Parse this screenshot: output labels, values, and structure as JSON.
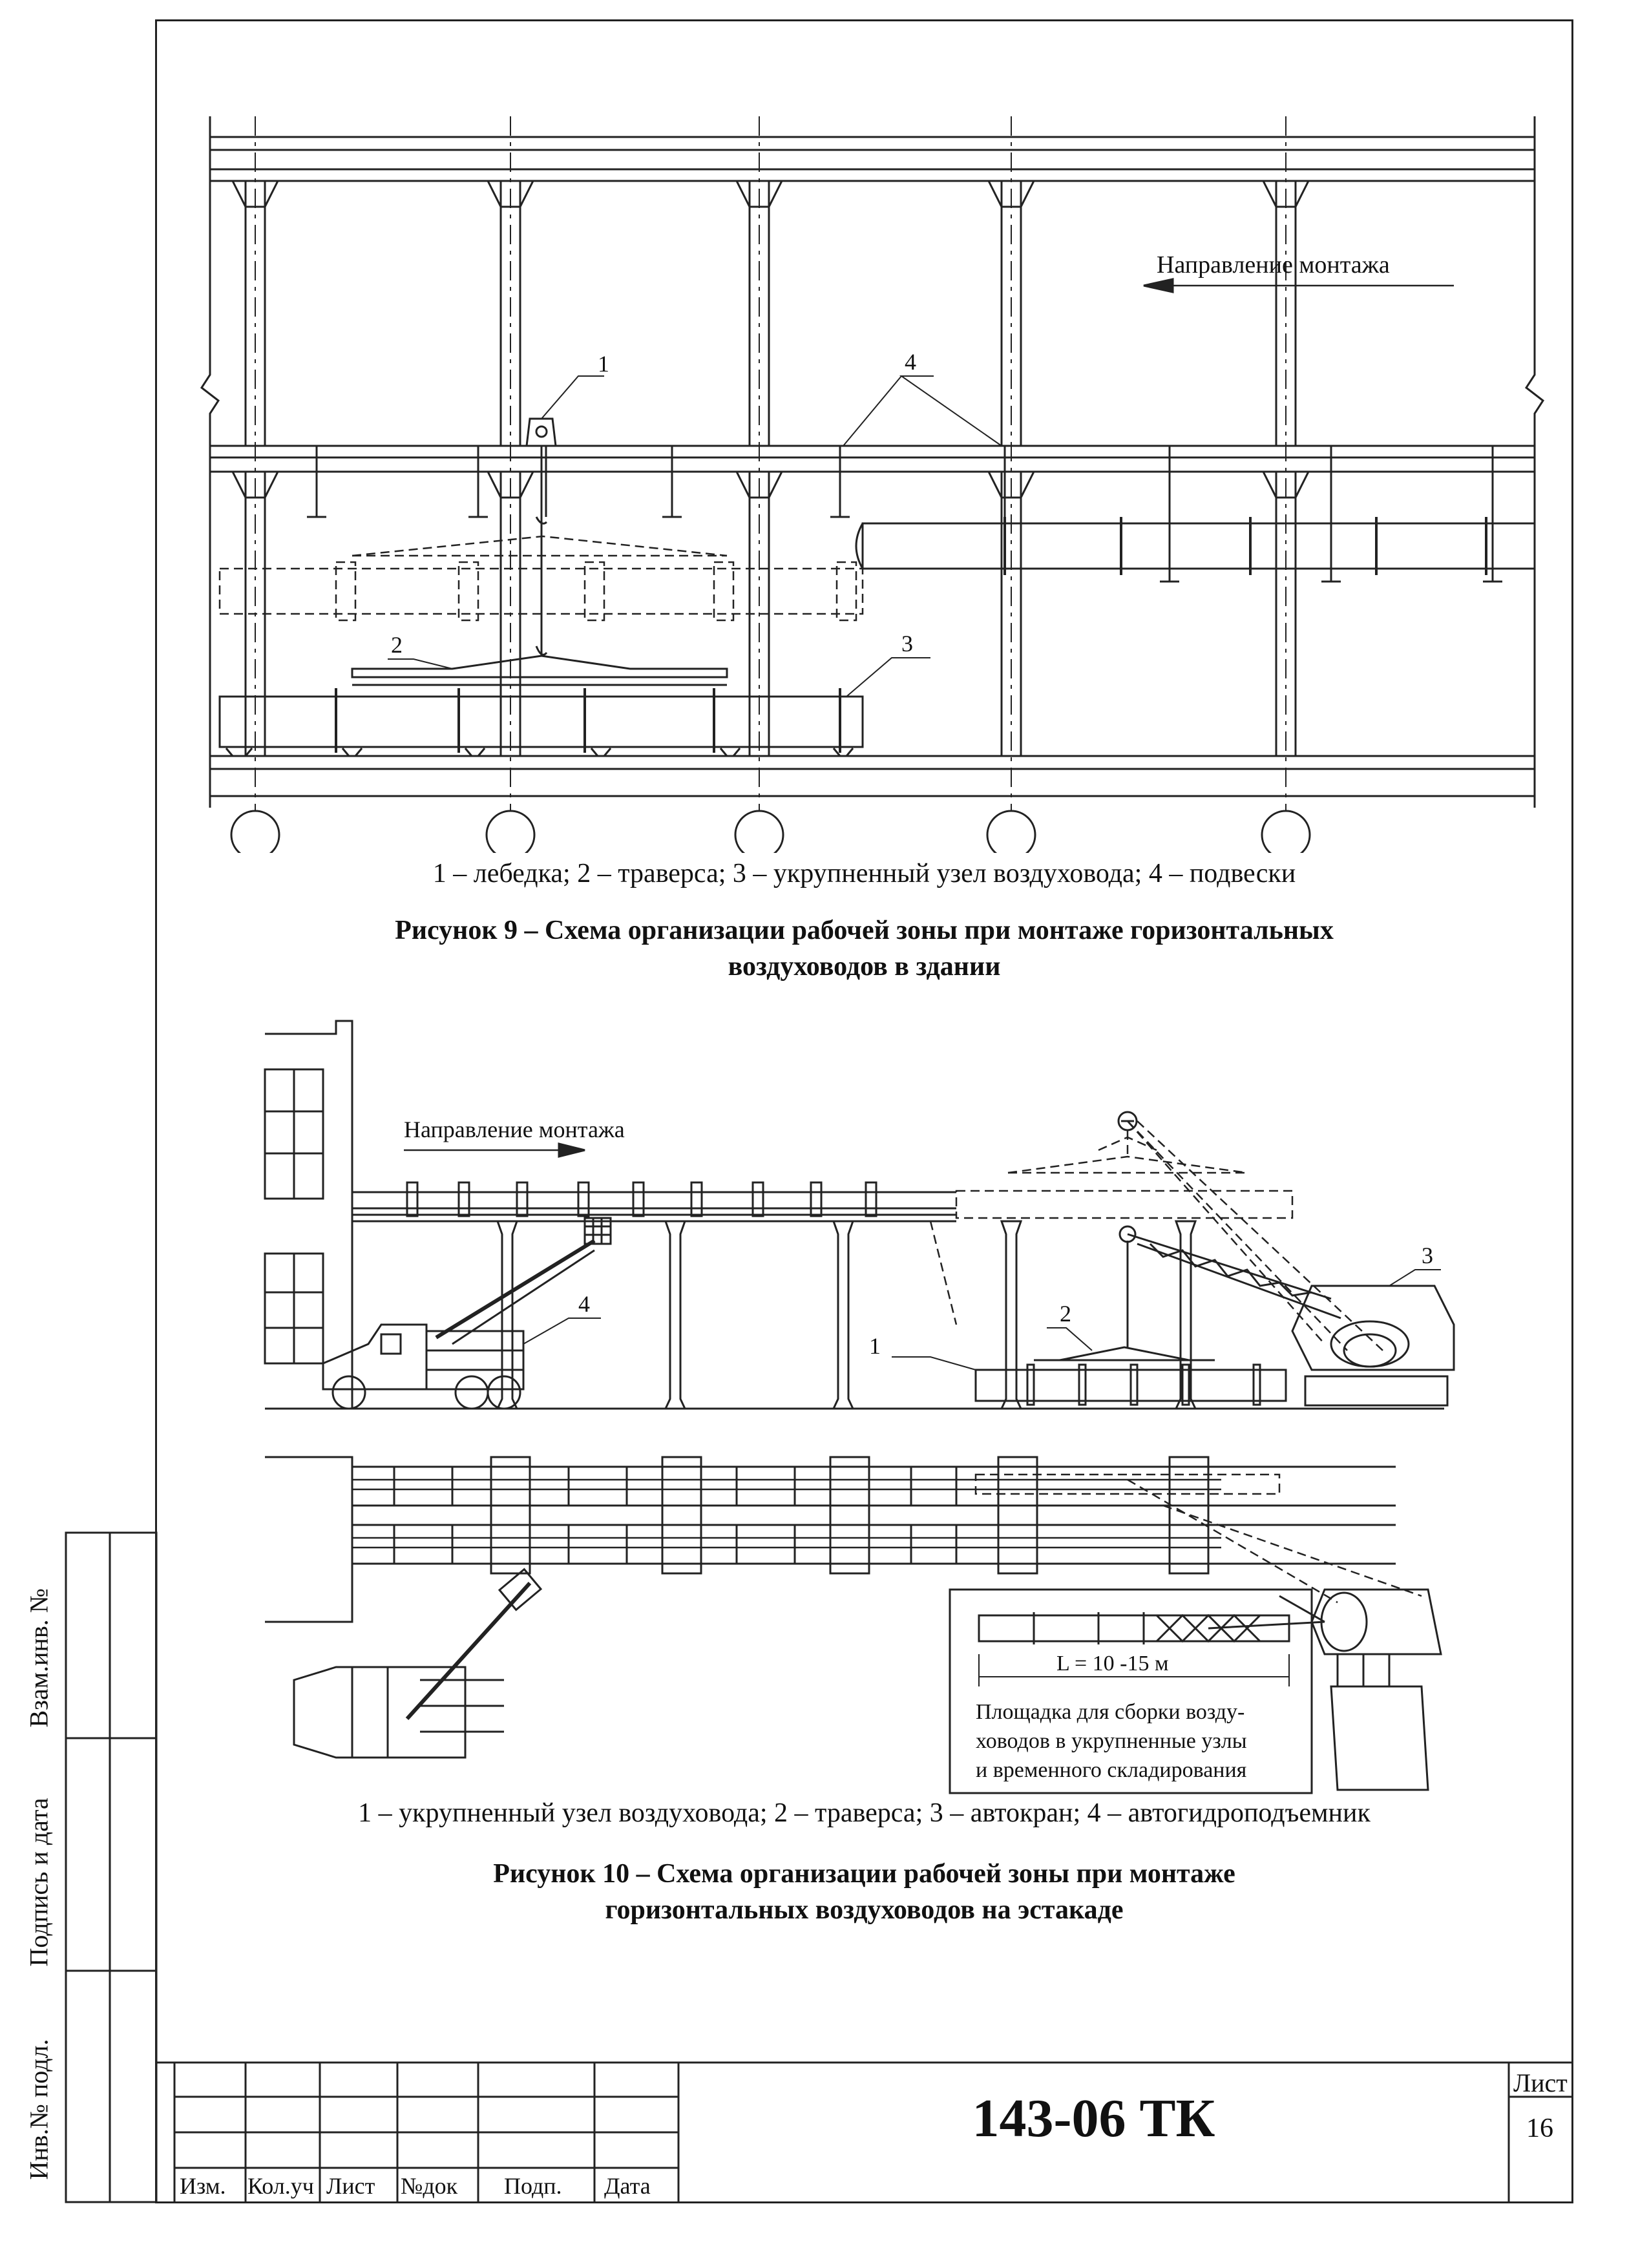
{
  "figure9": {
    "direction_label": "Направление монтажа",
    "callouts": [
      "1",
      "2",
      "3",
      "4"
    ],
    "legend": "1 – лебедка; 2 – траверса; 3 – укрупненный узел воздуховода; 4 – подвески",
    "title_line1": "Рисунок 9 –  Схема организации рабочей зоны при монтаже горизонтальных",
    "title_line2": "воздуховодов в здании"
  },
  "figure10": {
    "direction_label": "Направление монтажа",
    "callouts": [
      "1",
      "2",
      "3",
      "4"
    ],
    "dimension_label": "L = 10 -15 м",
    "inset_text_line1": "Площадка для сборки возду-",
    "inset_text_line2": "ховодов в укрупненные узлы",
    "inset_text_line3": "и временного складирования",
    "legend": "1 – укрупненный узел воздуховода; 2 – траверса; 3 – автокран; 4 – автогидроподъемник",
    "title_line1": "Рисунок 10 – Схема организации рабочей зоны при монтаже",
    "title_line2": "горизонтальных воздуховодов на эстакаде"
  },
  "side_stamp": {
    "field1": "Взам.инв. №",
    "field2": "Подпись и дата",
    "field3": "Инв.№ подл."
  },
  "title_block": {
    "columns": [
      "Изм.",
      "Кол.уч",
      "Лист",
      "№док",
      "Подп.",
      "Дата"
    ],
    "document_code": "143-06 ТК",
    "sheet_label": "Лист",
    "sheet_number": "16"
  }
}
